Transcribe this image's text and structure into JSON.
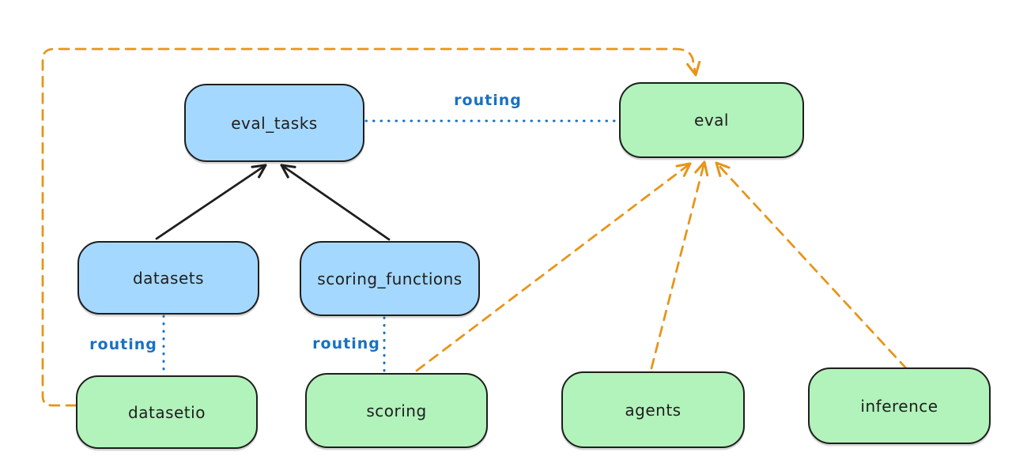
{
  "colors": {
    "api_fill": "#a5d8ff",
    "provider_fill": "#b2f2bb",
    "border": "#1e1e1e",
    "routing_blue": "#1971c2",
    "dependency_orange": "#e89417",
    "background": "#ffffff"
  },
  "nodes": {
    "eval_tasks": {
      "label": "eval_tasks"
    },
    "eval": {
      "label": "eval"
    },
    "datasets": {
      "label": "datasets"
    },
    "scoring_functions": {
      "label": "scoring_functions"
    },
    "datasetio": {
      "label": "datasetio"
    },
    "scoring": {
      "label": "scoring"
    },
    "agents": {
      "label": "agents"
    },
    "inference": {
      "label": "inference"
    }
  },
  "edge_labels": {
    "eval_tasks_to_eval": "routing",
    "datasets_to_datasetio": "routing",
    "scoring_functions_to_scoring": "routing"
  },
  "edges": [
    {
      "from": "datasets",
      "to": "eval_tasks",
      "style": "solid-black-arrow"
    },
    {
      "from": "scoring_functions",
      "to": "eval_tasks",
      "style": "solid-black-arrow"
    },
    {
      "from": "eval_tasks",
      "to": "eval",
      "style": "dotted-blue",
      "label": "routing"
    },
    {
      "from": "datasets",
      "to": "datasetio",
      "style": "dotted-blue",
      "label": "routing"
    },
    {
      "from": "scoring_functions",
      "to": "scoring",
      "style": "dotted-blue",
      "label": "routing"
    },
    {
      "from": "scoring",
      "to": "eval",
      "style": "dashed-orange-arrow"
    },
    {
      "from": "agents",
      "to": "eval",
      "style": "dashed-orange-arrow"
    },
    {
      "from": "inference",
      "to": "eval",
      "style": "dashed-orange-arrow"
    },
    {
      "from": "datasetio",
      "to": "eval",
      "style": "dashed-orange-arrow"
    }
  ]
}
